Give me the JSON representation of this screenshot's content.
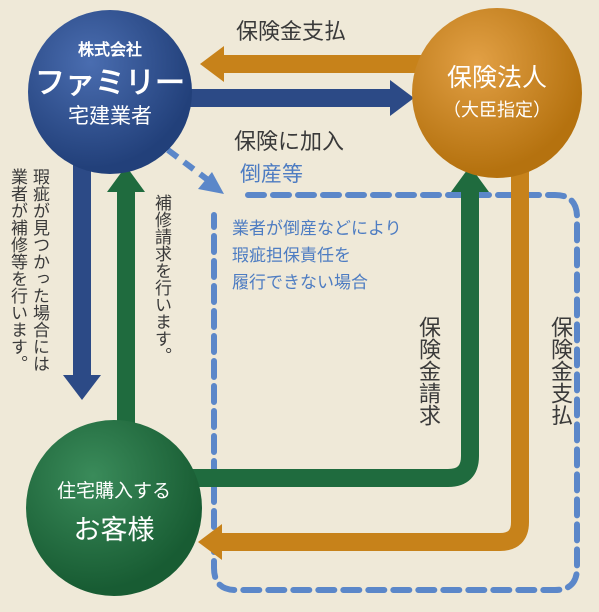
{
  "colors": {
    "background": "#efe9d8",
    "company": "#2c4a86",
    "insurer": "#c7821a",
    "customer": "#1f6b3e",
    "arrow_blue": "#2c4a86",
    "arrow_orange": "#c7821a",
    "arrow_green": "#1f6b3e",
    "dashed": "#5b87c9",
    "text_dark": "#3a3a3a",
    "text_blue": "#4d7cc2"
  },
  "nodes": {
    "company": {
      "line1": "株式会社",
      "line2": "ファミリー",
      "line3": "宅建業者"
    },
    "insurer": {
      "line1": "保険法人",
      "line2": "（大臣指定）"
    },
    "customer": {
      "line1": "住宅購入する",
      "line2": "お客様"
    }
  },
  "labels": {
    "payment_top": "保険金支払",
    "join_insurance": "保険に加入",
    "bankruptcy": "倒産等",
    "bankruptcy_note": [
      "業者が倒産などにより",
      "瑕疵担保責任を",
      "履行できない場合"
    ],
    "defect_repair": [
      "瑕疵が見つかった場合には",
      "業者が補修等を行います。"
    ],
    "repair_request": [
      "補修請求を行います。"
    ],
    "claim": "保険金請求",
    "payment_right": "保険金支払"
  }
}
